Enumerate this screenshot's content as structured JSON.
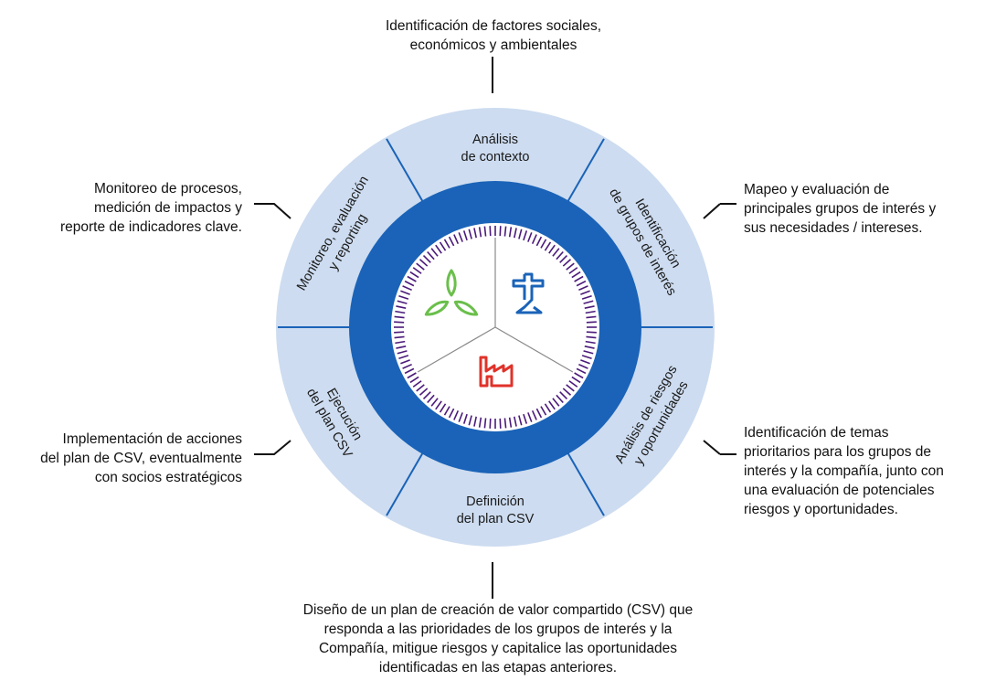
{
  "colors": {
    "outer_ring": "#cddcf0",
    "inner_ring": "#1a63b8",
    "divider": "#1a63b8",
    "ticks": "#4b1a7a",
    "pie_divider": "#8a8a8a",
    "wind_icon": "#6abf4b",
    "tower_icon": "#1a63b8",
    "factory_icon": "#e0322a",
    "connector": "#111111"
  },
  "stages": [
    {
      "id": "contexto",
      "label_lines": [
        "Análisis",
        "de contexto"
      ],
      "description_lines": [
        "Identificación de factores sociales,",
        "económicos y ambientales"
      ]
    },
    {
      "id": "grupos",
      "label_lines": [
        "Identificación",
        "de grupos de interés"
      ],
      "description_lines": [
        "Mapeo y evaluación de",
        "principales grupos de interés y",
        "sus necesidades / intereses."
      ]
    },
    {
      "id": "riesgos",
      "label_lines": [
        "Análisis de riesgos",
        "y oportunidades"
      ],
      "description_lines": [
        "Identificación de temas",
        "prioritarios para los grupos de",
        "interés y la compañía, junto con",
        "una evaluación de potenciales",
        "riesgos y oportunidades."
      ]
    },
    {
      "id": "definicion",
      "label_lines": [
        "Definición",
        "del plan CSV"
      ],
      "description_lines": [
        "Diseño de un plan de creación de valor compartido (CSV) que",
        "responda a las prioridades de los grupos de interés y la",
        "Compañía, mitigue riesgos y capitalice las oportunidades",
        "identificadas en las etapas anteriores."
      ]
    },
    {
      "id": "ejecucion",
      "label_lines": [
        "Ejecución",
        "del plan CSV"
      ],
      "description_lines": [
        "Implementación de acciones",
        "del plan de CSV, eventualmente",
        "con socios estratégicos"
      ]
    },
    {
      "id": "monitoreo",
      "label_lines": [
        "Monitoreo, evaluación",
        "y reporting"
      ],
      "description_lines": [
        "Monitoreo de procesos,",
        "medición de impactos y",
        "reporte de indicadores clave."
      ]
    }
  ],
  "center_icons": [
    "wind-turbine-icon",
    "transmission-tower-icon",
    "factory-icon"
  ]
}
